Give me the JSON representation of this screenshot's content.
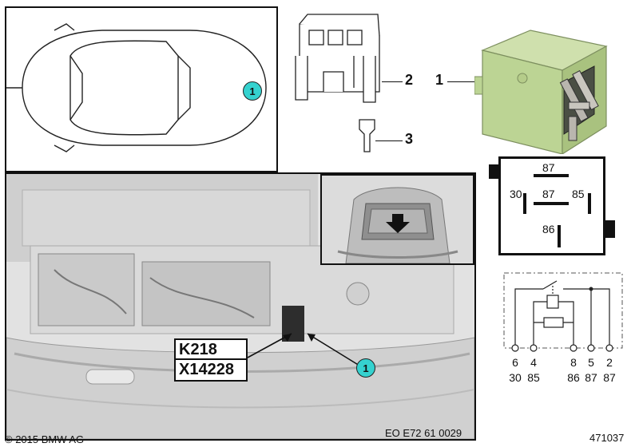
{
  "callouts": {
    "relay": "1",
    "holder": "2",
    "contact": "3"
  },
  "location_marker": "1",
  "photo_marker": "1",
  "labels": {
    "component": "K218",
    "connector": "X14228"
  },
  "pin_face": {
    "top": "87",
    "left": "30",
    "center": "87",
    "right": "85",
    "bottom": "86"
  },
  "circuit_pins": [
    {
      "number": "6",
      "terminal": "30"
    },
    {
      "number": "4",
      "terminal": "85"
    },
    {
      "number": "8",
      "terminal": "86"
    },
    {
      "number": "5",
      "terminal": "87"
    },
    {
      "number": "2",
      "terminal": "87"
    }
  ],
  "footer": {
    "copyright": "© 2015 BMW AG",
    "code": "EO E72 61 0029",
    "number": "471037"
  },
  "colors": {
    "marker": "#35d2cf",
    "relay_body": "#bcd494"
  }
}
